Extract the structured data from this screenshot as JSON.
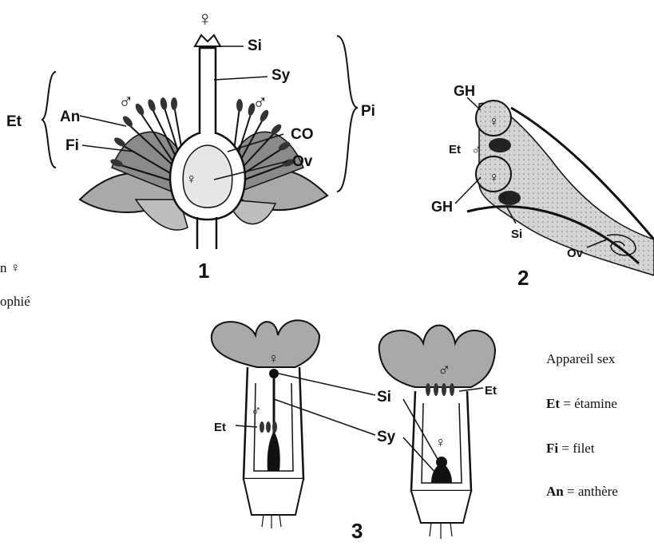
{
  "figure1": {
    "number": "1",
    "female_symbol": "♀",
    "male_symbol": "♂",
    "labels": {
      "et": "Et",
      "an": "An",
      "fi": "Fi",
      "si": "Si",
      "sy": "Sy",
      "pi": "Pi",
      "co": "CO",
      "ov": "Ov"
    }
  },
  "figure2": {
    "number": "2",
    "labels": {
      "gh_top": "GH",
      "gh_bottom": "GH",
      "et": "Et",
      "si": "Si",
      "ov": "Ov"
    }
  },
  "figure3": {
    "number": "3",
    "labels": {
      "si": "Si",
      "sy": "Sy",
      "et_left": "Et",
      "et_right": "Et"
    }
  },
  "left_margin": {
    "line1_tail": "n ♀",
    "line2_tail": "ophié"
  },
  "legend": {
    "title": "Appareil sex",
    "rows": [
      {
        "abbr": "Et",
        "text": " = étamine"
      },
      {
        "abbr": "Fi",
        "text": "  = filet"
      },
      {
        "abbr": "An",
        "text": " = anthère"
      }
    ]
  },
  "colors": {
    "ink": "#111111",
    "gray": "#9a9a9a",
    "lightgray": "#c9c9c9",
    "dark": "#222222"
  }
}
